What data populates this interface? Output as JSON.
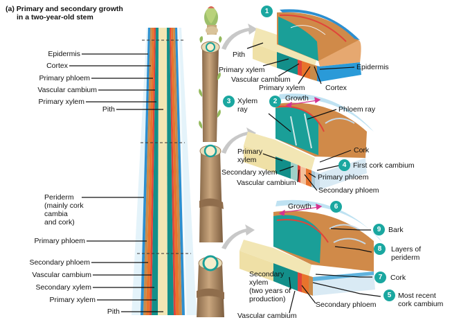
{
  "title_line1": "(a) Primary and secondary growth",
  "title_line2": "in a two-year-old stem",
  "left_labels": {
    "epidermis": "Epidermis",
    "cortex": "Cortex",
    "primary_phloem": "Primary phloem",
    "vascular_cambium": "Vascular cambium",
    "primary_xylem": "Primary xylem",
    "pith": "Pith",
    "periderm": "Periderm\n(mainly cork\ncambia\nand cork)",
    "primary_phloem_2": "Primary phloem",
    "secondary_phloem": "Secondary phloem",
    "vascular_cambium_2": "Vascular cambium",
    "secondary_xylem": "Secondary xylem",
    "primary_xylem_2": "Primary xylem",
    "pith_2": "Pith"
  },
  "block1": {
    "pith": "Pith",
    "primary_xylem": "Primary xylem",
    "vascular_cambium": "Vascular cambium",
    "primary_xylem_2": "Primary xylem",
    "epidermis": "Epidermis",
    "cortex": "Cortex"
  },
  "block2": {
    "xylem_ray": "Xylem\nray",
    "growth": "Growth",
    "phloem_ray": "Phloem ray",
    "primary_xylem": "Primary\nxylem",
    "secondary_xylem": "Secondary xylem",
    "vascular_cambium": "Vascular cambium",
    "cork": "Cork",
    "first_cork_cambium": "First cork cambium",
    "primary_phloem": "Primary phloem",
    "secondary_phloem": "Secondary phloem"
  },
  "block3": {
    "growth": "Growth",
    "bark": "Bark",
    "layers_of_periderm": "Layers of\nperiderm",
    "cork": "Cork",
    "secondary_xylem": "Secondary\nxylem\n(two years of\nproduction)",
    "most_recent_cork_cambium": "Most recent\ncork cambium",
    "secondary_phloem": "Secondary phloem",
    "vascular_cambium": "Vascular cambium"
  },
  "steps": [
    "1",
    "2",
    "3",
    "4",
    "5",
    "6",
    "7",
    "8",
    "9"
  ],
  "colors": {
    "step_badge": "#1aa7a0",
    "cambium": "#e0443a",
    "phloem": "#e8732c",
    "xylem": "#138f8a",
    "epidermis": "#2c8fd0",
    "cortex": "#c98b4a",
    "pith": "#f2e6b4",
    "stem": "#b08a63"
  }
}
